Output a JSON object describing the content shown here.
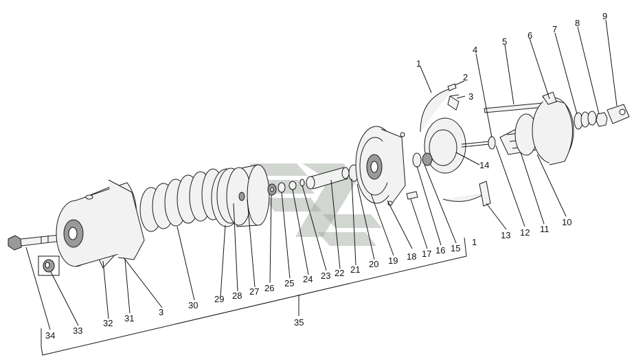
{
  "diagram": {
    "callouts": [
      "1",
      "2",
      "3",
      "4",
      "5",
      "6",
      "7",
      "8",
      "9",
      "10",
      "11",
      "12",
      "13",
      "14",
      "15",
      "16",
      "17",
      "18",
      "19",
      "20",
      "21",
      "22",
      "23",
      "24",
      "25",
      "26",
      "27",
      "28",
      "29",
      "30",
      "1",
      "3",
      "31",
      "32",
      "33",
      "34",
      "35"
    ]
  }
}
